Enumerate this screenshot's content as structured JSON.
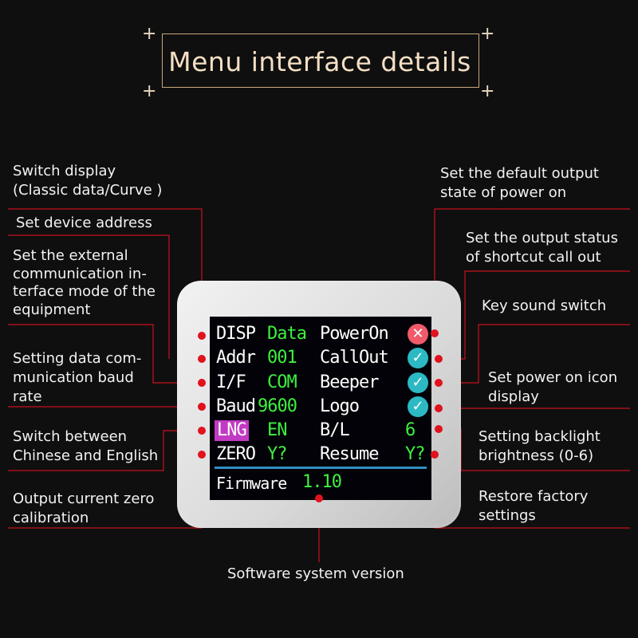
{
  "title": "Menu interface details",
  "colors": {
    "leader_line": "#c8121e",
    "dot": "#e0121e",
    "title_text": "#f4dfc4",
    "screen_white": "#ffffff",
    "screen_green": "#3ef03e",
    "highlight": "#c23ac4",
    "ok_badge": "#2cb9c4",
    "off_badge": "#f05a6a",
    "separator": "#2f8fc5"
  },
  "left_labels": [
    {
      "lines": [
        "Switch display",
        "(Classic data/Curve )"
      ]
    },
    {
      "lines": [
        "Set device address"
      ]
    },
    {
      "lines": [
        "Set the external",
        "communication in-",
        "terface mode of the",
        "equipment"
      ]
    },
    {
      "lines": [
        "Setting data com-",
        "munication baud",
        "rate"
      ]
    },
    {
      "lines": [
        "Switch between",
        "Chinese and English"
      ]
    },
    {
      "lines": [
        "Output current zero",
        "calibration"
      ]
    }
  ],
  "right_labels": [
    {
      "lines": [
        "Set the default output",
        "state of power on"
      ]
    },
    {
      "lines": [
        "Set the output status",
        "of shortcut call out"
      ]
    },
    {
      "lines": [
        "Key sound switch"
      ]
    },
    {
      "lines": [
        "Set power on icon",
        "display"
      ]
    },
    {
      "lines": [
        "Setting backlight",
        "brightness (0-6)"
      ]
    },
    {
      "lines": [
        "Restore factory",
        "settings"
      ]
    }
  ],
  "bottom_label": "Software system version",
  "screen": {
    "rows": [
      {
        "key": "DISP",
        "val": "Data",
        "key2": "PowerOn",
        "val2": "",
        "icon2": "x-icon"
      },
      {
        "key": "Addr",
        "val": "001",
        "key2": "CallOut",
        "val2": "",
        "icon2": "check-icon"
      },
      {
        "key": "I/F",
        "val": "COM",
        "key2": "Beeper",
        "val2": "",
        "icon2": "check-icon"
      },
      {
        "key": "Baud",
        "val": "9600",
        "key2": "Logo",
        "val2": "",
        "icon2": "check-icon"
      },
      {
        "key": "LNG",
        "val": "EN",
        "key2": "B/L",
        "val2": "6",
        "icon2": ""
      },
      {
        "key": "ZERO",
        "val": "Y?",
        "key2": "Resume",
        "val2": "Y?",
        "icon2": ""
      }
    ],
    "firmware_label": "Firmware",
    "firmware_version": "1.10",
    "highlighted_key": "LNG"
  }
}
